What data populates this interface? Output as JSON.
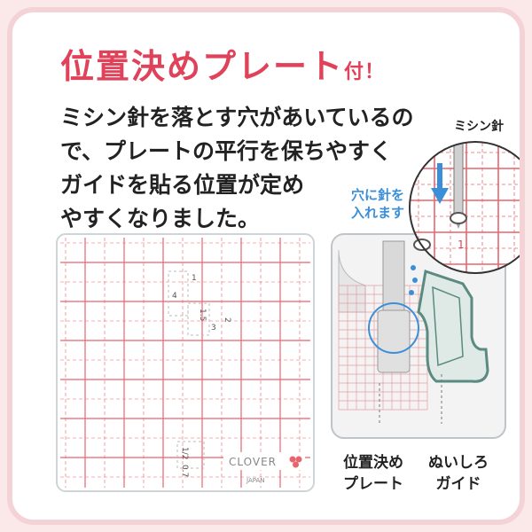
{
  "title": {
    "main": "位置決めプレート",
    "suffix": "付！"
  },
  "description": {
    "lines": [
      "ミシン針を落とす穴があいているの",
      "で、プレートの平行を保ちやすく",
      "ガイドを貼る位置が定め",
      "やすくなりました。"
    ]
  },
  "plate": {
    "brand": "CLOVER",
    "origin": "JAPAN",
    "marks": [
      "4",
      "1.5",
      "3",
      "2",
      "1",
      "1/2",
      "0.7"
    ]
  },
  "callouts": {
    "needle": "ミシン針",
    "insert_line1": "穴に針を",
    "insert_line2": "入れます",
    "zoom_mark": "1"
  },
  "labels": {
    "plate_line1": "位置決め",
    "plate_line2": "プレート",
    "guide_line1": "ぬいしろ",
    "guide_line2": "ガイド"
  },
  "colors": {
    "accent": "#e0425a",
    "frame": "#f4d3d6",
    "grid_red": "#e8656f",
    "blue": "#3a8fd8",
    "guide_green": "#5a8a80"
  }
}
